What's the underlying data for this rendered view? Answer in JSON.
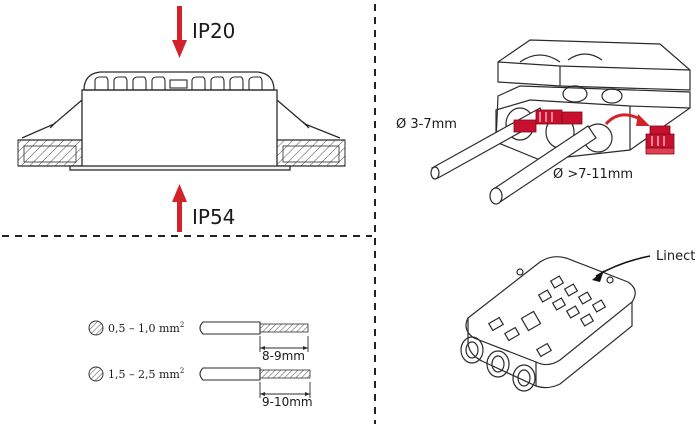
{
  "install": {
    "top_rating": "IP20",
    "bottom_rating": "IP54"
  },
  "cable_entry": {
    "small_diameter": "Ø 3-7mm",
    "large_diameter": "Ø >7-11mm"
  },
  "wires": {
    "row1": {
      "section": "0,5 – 1,0 mm",
      "sup": "2",
      "strip": "8-9mm"
    },
    "row2": {
      "section": "1,5 – 2,5 mm",
      "sup": "2",
      "strip": "9-10mm"
    }
  },
  "connector": {
    "label": "Linect"
  },
  "colors": {
    "arrow_red": "#d2232a",
    "line": "#2b2b2b",
    "divider": "#222222",
    "accent_red": "#c8102e"
  }
}
